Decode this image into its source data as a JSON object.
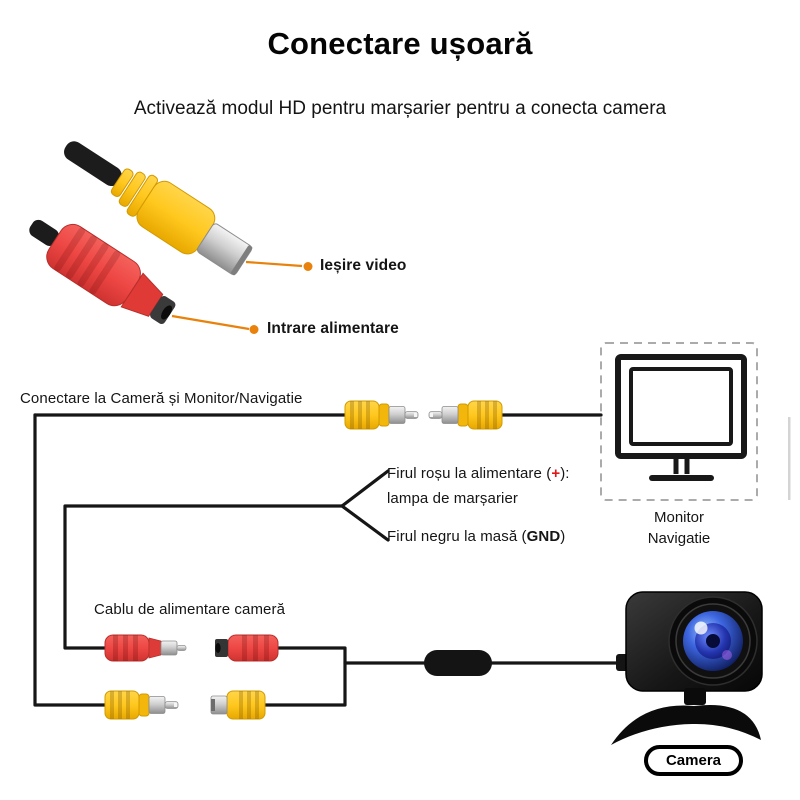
{
  "header": {
    "title": "Conectare ușoară",
    "subtitle": "Activează modul HD pentru marșarier pentru a conecta camera"
  },
  "callouts": {
    "video_output": "Ieșire video",
    "power_input": "Intrare alimentare"
  },
  "wiring": {
    "connect_label": "Conectare la Cameră și Monitor/Navigatie",
    "red_wire_prefix": "Firul roșu la alimentare (",
    "red_wire_plus": "+",
    "red_wire_suffix": "):",
    "red_wire_line2": "lampa de marșarier",
    "black_wire_prefix": "Firul negru la masă (",
    "black_wire_gnd": "GND",
    "black_wire_suffix": ")",
    "camera_power_label": "Cablu de alimentare cameră"
  },
  "monitor": {
    "label_line1": "Monitor",
    "label_line2": "Navigatie"
  },
  "camera": {
    "badge": "Camera"
  },
  "icons": [
    "rca-female-connector-icon",
    "dc-power-female-connector-icon",
    "rca-male-plug-icon",
    "dc-power-male-plug-icon",
    "monitor-icon",
    "camera-icon",
    "inline-filter-icon",
    "callout-dot-icon"
  ],
  "colors": {
    "rca_yellow": "#FFC81E",
    "dc_red": "#EE4744",
    "callout_orange": "#E8820C",
    "wire_black": "#161616",
    "lens_blue": "#3D66E0",
    "plus_red": "#E01818"
  }
}
